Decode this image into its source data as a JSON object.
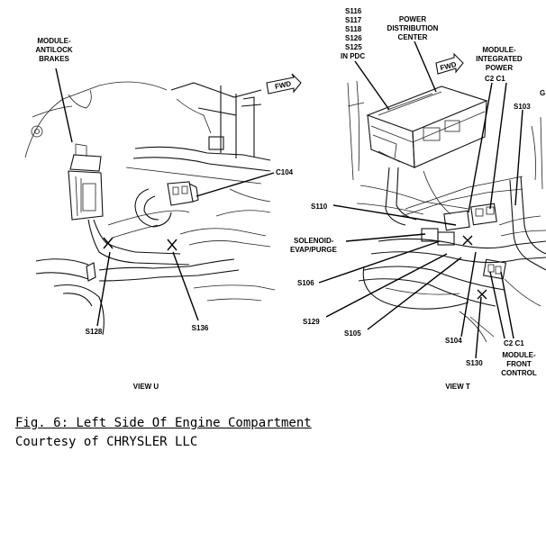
{
  "caption": {
    "title": "Fig. 6: Left Side Of Engine Compartment",
    "credit": "Courtesy of CHRYSLER LLC"
  },
  "view_u": {
    "view_label": "VIEW U",
    "module_antilock": [
      "MODULE-",
      "ANTILOCK",
      "BRAKES"
    ],
    "c104": "C104",
    "s128": "S128",
    "s136": "S136",
    "fwd": "FWD"
  },
  "view_t": {
    "view_label": "VIEW T",
    "pdc_splices": [
      "S116",
      "S117",
      "S118",
      "S126",
      "S125",
      "IN PDC"
    ],
    "power_distribution": [
      "POWER",
      "DISTRIBUTION",
      "CENTER"
    ],
    "module_integrated": [
      "MODULE-",
      "INTEGRATED",
      "POWER"
    ],
    "c2_c1_top": "C2  C1",
    "s103": "S103",
    "g": "G",
    "s110": "S110",
    "solenoid": [
      "SOLENOID-",
      "EVAP/PURGE"
    ],
    "s106": "S106",
    "s129": "S129",
    "s105": "S105",
    "s104": "S104",
    "s130": "S130",
    "c2_c1_bottom": "C2  C1",
    "module_front": [
      "MODULE-",
      "FRONT",
      "CONTROL"
    ],
    "fwd": "FWD"
  }
}
